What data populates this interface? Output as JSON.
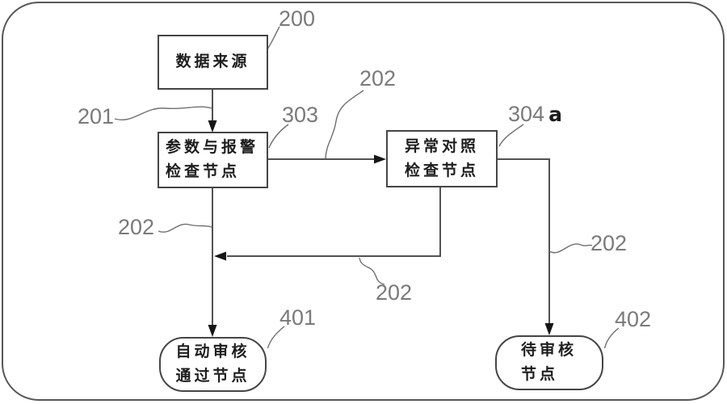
{
  "nodes": [
    {
      "id": "data-source",
      "lines": [
        "数据来源"
      ]
    },
    {
      "id": "param-alarm-check",
      "lines": [
        "参数与报警",
        "检查节点"
      ]
    },
    {
      "id": "abnormal-contrast-check",
      "lines": [
        "异常对照",
        "检查节点"
      ]
    },
    {
      "id": "auto-approved",
      "lines": [
        "自动审核",
        "通过节点"
      ]
    },
    {
      "id": "pending-review",
      "lines": [
        "待审核",
        "节点"
      ]
    }
  ],
  "labels": {
    "n200": "200",
    "n201": "201",
    "n303": "303",
    "n202_top": "202",
    "n304": "304",
    "n304_suffix": "a",
    "n202_left": "202",
    "n202_mid": "202",
    "n202_right": "202",
    "n401": "401",
    "n402": "402"
  },
  "colors": {
    "background": "#ffffff",
    "frame": "#565656",
    "wire": "#525252",
    "leader": "#6f6f6f",
    "box_border": "#454545",
    "arrowhead": "#161616",
    "node_text": "#1d1d1d",
    "label_text": "#7a7a7a"
  }
}
